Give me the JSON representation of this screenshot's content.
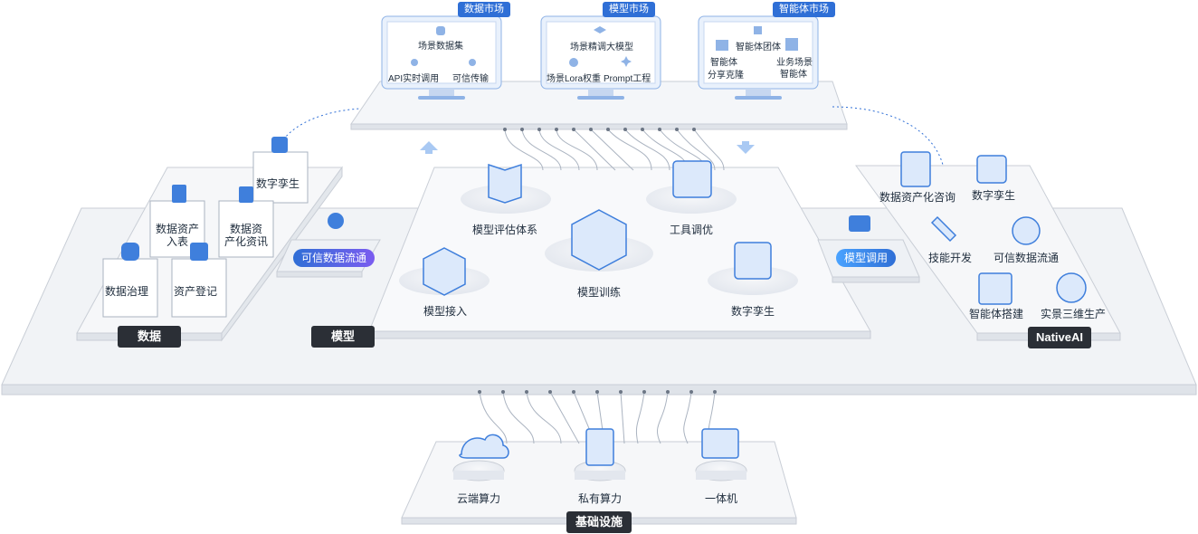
{
  "markets": {
    "data": {
      "title": "数据市场",
      "items": [
        "场景数据集",
        "API实时调用",
        "可信传输"
      ]
    },
    "model": {
      "title": "模型市场",
      "items": [
        "场景精调大模型",
        "场景Lora权重",
        "Prompt工程"
      ]
    },
    "agent": {
      "title": "智能体市场",
      "items": [
        "智能体团体",
        "智能体",
        "分享克隆",
        "业务场景",
        "智能体"
      ]
    }
  },
  "data_layer": {
    "label": "数据",
    "digital_twin": "数字孪生",
    "asset_table": [
      "数据资产",
      "入表"
    ],
    "asset_info": [
      "数据资",
      "产化资讯"
    ],
    "governance": "数据治理",
    "registration": "资产登记",
    "bridge_pill": "可信数据流通"
  },
  "model_layer": {
    "label": "模型",
    "evaluation": "模型评估体系",
    "tool_tuning": "工具调优",
    "access": "模型接入",
    "training": "模型训练",
    "digital_twin": "数字孪生",
    "bridge_pill": "模型调用"
  },
  "native_layer": {
    "label": "NativeAI",
    "consulting": "数据资产化咨询",
    "digital_twin": "数字孪生",
    "skill_dev": "技能开发",
    "trusted_flow": "可信数据流通",
    "agent_build": "智能体搭建",
    "real_3d": "实景三维生产"
  },
  "infra": {
    "label": "基础设施",
    "cloud": "云端算力",
    "private": "私有算力",
    "all_in_one": "一体机"
  },
  "colors": {
    "accent": "#2f6fd6",
    "dark_label": "#2b2f36",
    "platform": "#f1f3f6",
    "edge": "#c9ced6"
  }
}
